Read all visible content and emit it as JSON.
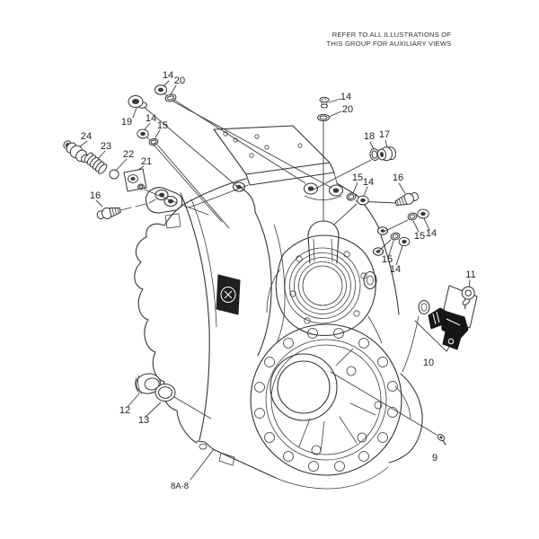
{
  "figure": {
    "note_line1": "REFER TO ALL ILLUSTRATIONS OF",
    "note_line2": "THIS GROUP FOR AUXILIARY VIEWS",
    "figure_ref": "8A-8",
    "line_color": "#343434",
    "background": "#ffffff",
    "sensor_color": "#161616",
    "badge_color": "#1f1f1f"
  },
  "callouts": [
    {
      "label": "14",
      "part": "hex-plug"
    },
    {
      "label": "20",
      "part": "washer"
    },
    {
      "label": "19",
      "part": "breather-plug"
    },
    {
      "label": "14",
      "part": "hex-plug"
    },
    {
      "label": "15",
      "part": "seal-ring"
    },
    {
      "label": "24",
      "part": "relief-valve-plug"
    },
    {
      "label": "23",
      "part": "spring"
    },
    {
      "label": "22",
      "part": "check-ball"
    },
    {
      "label": "21",
      "part": "valve-plate"
    },
    {
      "label": "16",
      "part": "fitting"
    },
    {
      "label": "14",
      "part": "vent-plug"
    },
    {
      "label": "20",
      "part": "washer"
    },
    {
      "label": "18",
      "part": "seal-ring"
    },
    {
      "label": "17",
      "part": "plug"
    },
    {
      "label": "15",
      "part": "seal-ring"
    },
    {
      "label": "14",
      "part": "hex-plug"
    },
    {
      "label": "16",
      "part": "fitting"
    },
    {
      "label": "15",
      "part": "seal-ring"
    },
    {
      "label": "14",
      "part": "hex-plug"
    },
    {
      "label": "15",
      "part": "seal-ring"
    },
    {
      "label": "14",
      "part": "hex-plug"
    },
    {
      "label": "11",
      "part": "bolt"
    },
    {
      "label": "10",
      "part": "speed-sensor"
    },
    {
      "label": "12",
      "part": "cup-plug"
    },
    {
      "label": "13",
      "part": "o-ring"
    },
    {
      "label": "9",
      "part": "screw"
    }
  ]
}
